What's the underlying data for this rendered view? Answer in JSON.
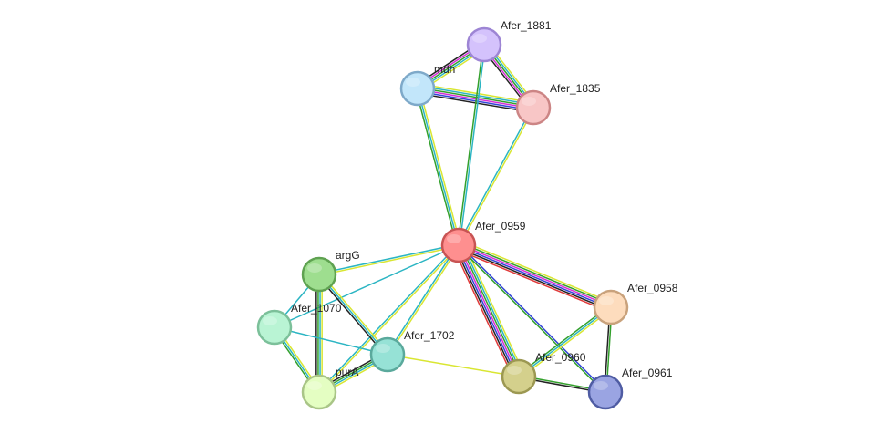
{
  "network": {
    "nodes": [
      {
        "id": "Afer_1881",
        "label": "Afer_1881",
        "fill": "#d4c2fc",
        "stroke": "#9d85d4"
      },
      {
        "id": "mdh",
        "label": "mdh",
        "fill": "#c2e6fa",
        "stroke": "#7ea9c9"
      },
      {
        "id": "Afer_1835",
        "label": "Afer_1835",
        "fill": "#f8c6c6",
        "stroke": "#cc8585"
      },
      {
        "id": "Afer_0959",
        "label": "Afer_0959",
        "fill": "#fe8f8f",
        "stroke": "#c85454"
      },
      {
        "id": "argG",
        "label": "argG",
        "fill": "#9ede8f",
        "stroke": "#5fa251"
      },
      {
        "id": "Afer_1070",
        "label": "Afer_1070",
        "fill": "#b9f4d4",
        "stroke": "#7cc09a"
      },
      {
        "id": "Afer_1702",
        "label": "Afer_1702",
        "fill": "#96e2d6",
        "stroke": "#5aa99c"
      },
      {
        "id": "purA",
        "label": "purA",
        "fill": "#e4fec2",
        "stroke": "#a9c587"
      },
      {
        "id": "Afer_0958",
        "label": "Afer_0958",
        "fill": "#fddcbd",
        "stroke": "#c9a27c"
      },
      {
        "id": "Afer_0960",
        "label": "Afer_0960",
        "fill": "#d4d08c",
        "stroke": "#9c9852"
      },
      {
        "id": "Afer_0961",
        "label": "Afer_0961",
        "fill": "#9aa4e2",
        "stroke": "#4f5ca3"
      }
    ],
    "edges": [
      {
        "source": "Afer_1881",
        "target": "mdh",
        "colors": [
          "#d9e632",
          "#2bb5c3",
          "#33a02c",
          "#d62fd6",
          "#222222"
        ]
      },
      {
        "source": "Afer_1881",
        "target": "Afer_1835",
        "colors": [
          "#d9e632",
          "#2bb5c3",
          "#33a02c",
          "#d62fd6",
          "#222222"
        ]
      },
      {
        "source": "mdh",
        "target": "Afer_1835",
        "colors": [
          "#d9e632",
          "#2bb5c3",
          "#33a02c",
          "#d62fd6",
          "#3245d6",
          "#222222"
        ]
      },
      {
        "source": "Afer_1881",
        "target": "Afer_0959",
        "colors": [
          "#2bb5c3",
          "#33a02c"
        ]
      },
      {
        "source": "mdh",
        "target": "Afer_0959",
        "colors": [
          "#d9e632",
          "#2bb5c3",
          "#33a02c"
        ]
      },
      {
        "source": "Afer_1835",
        "target": "Afer_0959",
        "colors": [
          "#d9e632",
          "#2bb5c3"
        ]
      },
      {
        "source": "Afer_0959",
        "target": "argG",
        "colors": [
          "#d9e632",
          "#2bb5c3"
        ]
      },
      {
        "source": "Afer_0959",
        "target": "Afer_1070",
        "colors": [
          "#2bb5c3"
        ]
      },
      {
        "source": "Afer_0959",
        "target": "Afer_1702",
        "colors": [
          "#d9e632",
          "#2bb5c3"
        ]
      },
      {
        "source": "Afer_0959",
        "target": "purA",
        "colors": [
          "#d9e632",
          "#2bb5c3"
        ]
      },
      {
        "source": "Afer_0959",
        "target": "Afer_0958",
        "colors": [
          "#d9e632",
          "#33a02c",
          "#d62fd6",
          "#3245d6",
          "#222222",
          "#e03a3a"
        ]
      },
      {
        "source": "Afer_0959",
        "target": "Afer_0960",
        "colors": [
          "#d9e632",
          "#2bb5c3",
          "#33a02c",
          "#d62fd6",
          "#3245d6",
          "#222222",
          "#e03a3a"
        ]
      },
      {
        "source": "Afer_0959",
        "target": "Afer_0961",
        "colors": [
          "#3245d6",
          "#33a02c"
        ]
      },
      {
        "source": "argG",
        "target": "Afer_1070",
        "colors": [
          "#2bb5c3"
        ]
      },
      {
        "source": "argG",
        "target": "Afer_1702",
        "colors": [
          "#d9e632",
          "#2bb5c3",
          "#222222"
        ]
      },
      {
        "source": "argG",
        "target": "purA",
        "colors": [
          "#d9e632",
          "#2bb5c3",
          "#33a02c",
          "#222222"
        ]
      },
      {
        "source": "Afer_1070",
        "target": "Afer_1702",
        "colors": [
          "#2bb5c3"
        ]
      },
      {
        "source": "Afer_1070",
        "target": "purA",
        "colors": [
          "#d9e632",
          "#2bb5c3",
          "#33a02c"
        ]
      },
      {
        "source": "Afer_1702",
        "target": "purA",
        "colors": [
          "#d9e632",
          "#2bb5c3",
          "#33a02c",
          "#222222"
        ]
      },
      {
        "source": "Afer_1702",
        "target": "Afer_0960",
        "colors": [
          "#d9e632"
        ]
      },
      {
        "source": "Afer_0958",
        "target": "Afer_0960",
        "colors": [
          "#d9e632",
          "#2bb5c3",
          "#33a02c"
        ]
      },
      {
        "source": "Afer_0958",
        "target": "Afer_0961",
        "colors": [
          "#33a02c",
          "#222222"
        ]
      },
      {
        "source": "Afer_0960",
        "target": "Afer_0961",
        "colors": [
          "#33a02c",
          "#222222"
        ]
      }
    ]
  }
}
